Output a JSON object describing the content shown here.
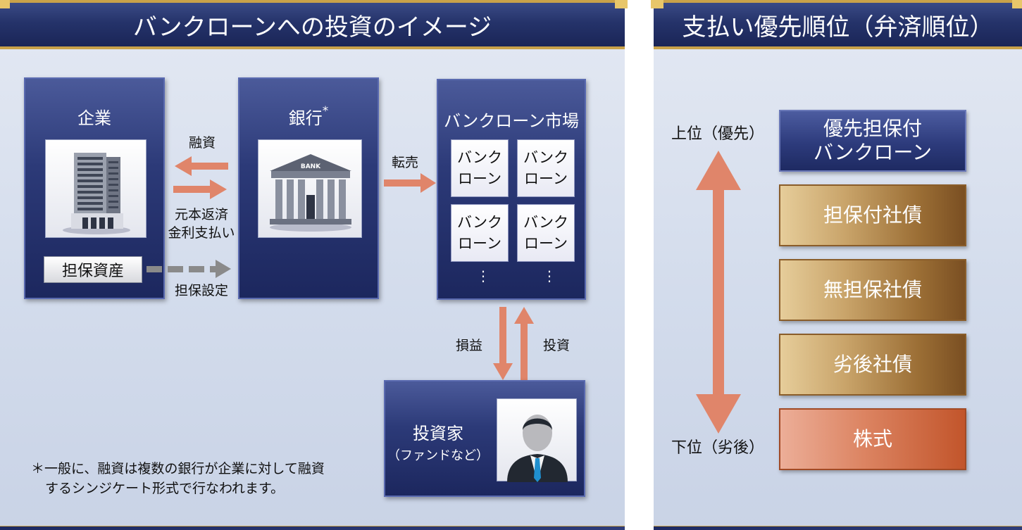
{
  "left_panel": {
    "title": "バンクローンへの投資のイメージ",
    "company": {
      "title": "企業",
      "collateral_label": "担保資産"
    },
    "bank": {
      "title": "銀行",
      "footnote_mark": "*",
      "sign": "BANK"
    },
    "market": {
      "title": "バンクローン市場",
      "tiles": [
        {
          "line1": "バンク",
          "line2": "ローン"
        },
        {
          "line1": "バンク",
          "line2": "ローン"
        },
        {
          "line1": "バンク",
          "line2": "ローン"
        },
        {
          "line1": "バンク",
          "line2": "ローン"
        }
      ],
      "continuation": "⋮"
    },
    "flows": {
      "loan": "融資",
      "repay_line1": "元本返済",
      "repay_line2": "金利支払い",
      "collateral_setting": "担保設定",
      "resale": "転売",
      "profit_loss": "損益",
      "investment": "投資"
    },
    "investor": {
      "title": "投資家",
      "subtitle": "（ファンドなど）"
    },
    "note": {
      "line1": "＊一般に、融資は複数の銀行が企業に対して融資",
      "line2": "するシンジケート形式で行なわれます。"
    }
  },
  "right_panel": {
    "title": "支払い優先順位（弁済順位）",
    "top_label": "上位（優先）",
    "bottom_label": "下位（劣後）",
    "ranks": [
      {
        "line1": "優先担保付",
        "line2": "バンクローン",
        "style": "blue"
      },
      {
        "line1": "担保付社債",
        "line2": "",
        "style": "gold"
      },
      {
        "line1": "無担保社債",
        "line2": "",
        "style": "gold"
      },
      {
        "line1": "劣後社債",
        "line2": "",
        "style": "gold"
      },
      {
        "line1": "株式",
        "line2": "",
        "style": "orange"
      }
    ]
  },
  "colors": {
    "navy": "#25336a",
    "gold_border": "#c9a24a",
    "salmon_arrow": "#e0856a",
    "grey_arrow": "#8a8a8a"
  }
}
